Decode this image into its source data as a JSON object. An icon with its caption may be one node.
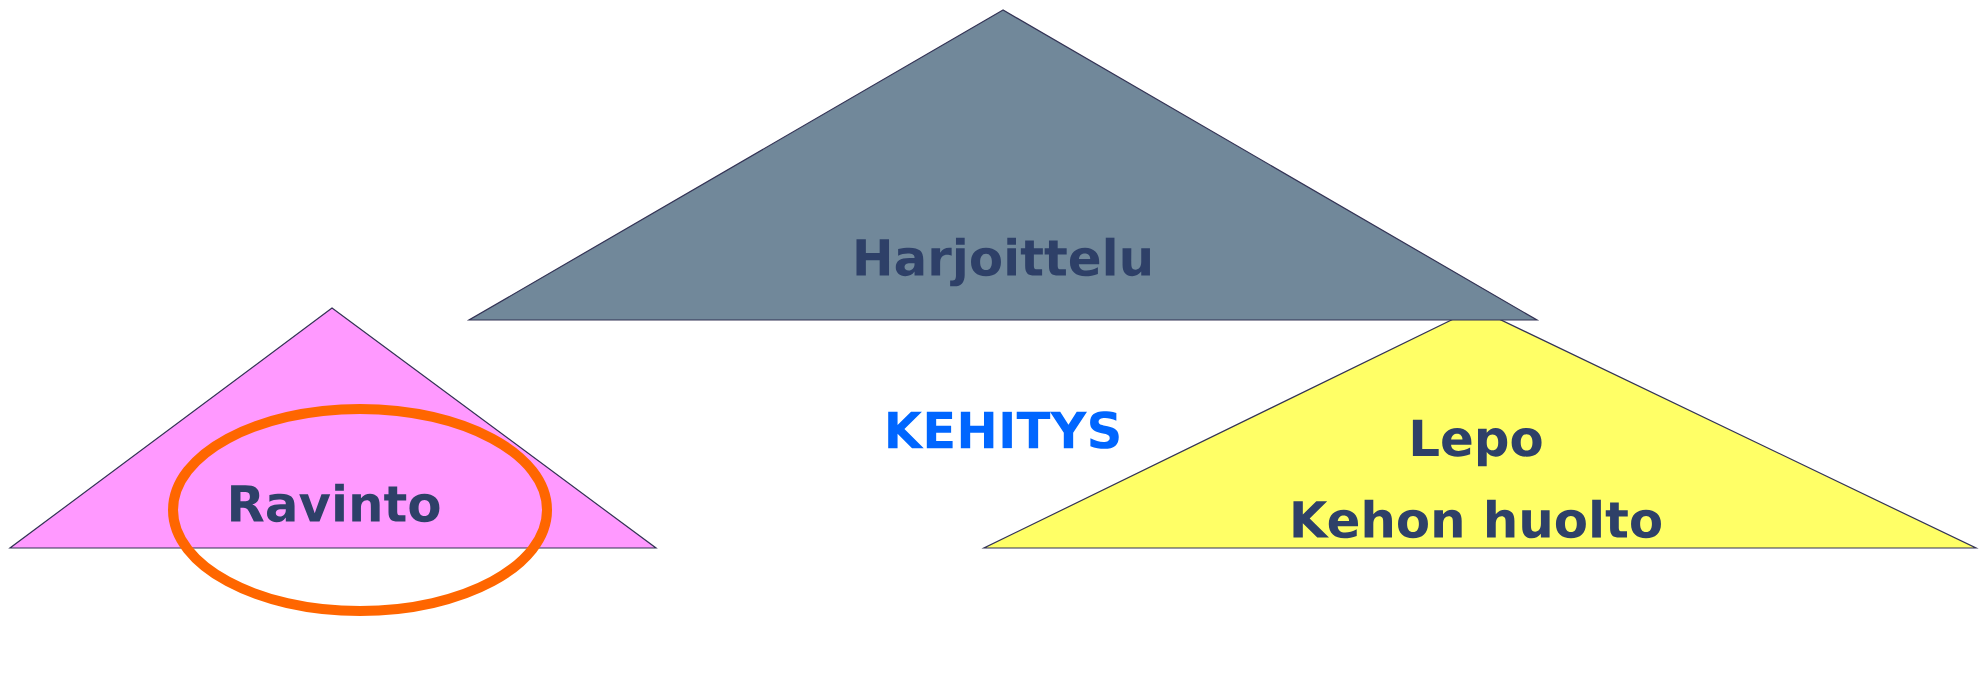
{
  "diagram": {
    "nodes": [
      {
        "text": [
          "Harjoittelu"
        ]
      },
      {
        "text": [
          "Ravinto"
        ]
      },
      {
        "text": [
          "Lepo",
          "Kehon huolto"
        ]
      }
    ],
    "labels": [
      "KEHITYS"
    ]
  }
}
